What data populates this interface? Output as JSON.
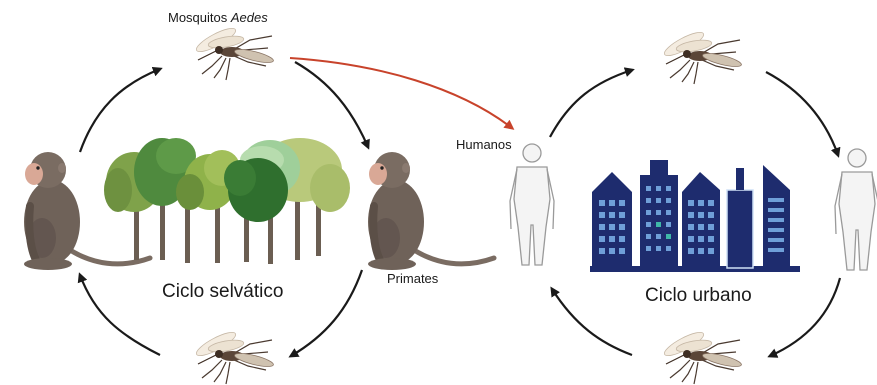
{
  "labels": {
    "mosquito_prefix": "Mosquitos ",
    "mosquito_genus": "Aedes",
    "humans": "Humanos",
    "primates": "Primates",
    "sylvatic_cycle": "Ciclo selvático",
    "urban_cycle": "Ciclo urbano"
  },
  "colors": {
    "cycle_arrows": "#1a1a1a",
    "spillover_arrow": "#c8432b",
    "primate_fur": "#6f6259",
    "human_outline": "#9a9a9a",
    "buildings": "#1e2c6e",
    "windows": "#6f9fd8"
  },
  "icons": [
    "mosquito-icon",
    "primate-icon",
    "human-icon",
    "forest-icon",
    "city-icon"
  ]
}
